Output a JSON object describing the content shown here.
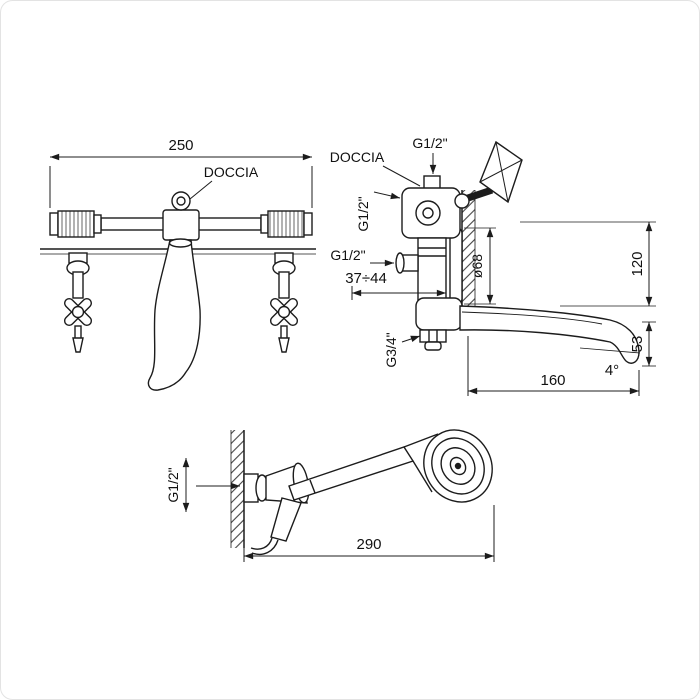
{
  "drawing": {
    "front_view": {
      "width_dim": "250",
      "diverter_label": "DOCCIA"
    },
    "side_view": {
      "diverter_label": "DOCCIA",
      "top_connection": "G1/2\"",
      "side_connection": "G1/2\"",
      "inlet_connection": "G1/2\"",
      "wall_distance": "37÷44",
      "escutcheon_diameter": "ø68",
      "height_dim": "120",
      "spout_drop_dim": "53",
      "spout_reach_dim": "160",
      "spout_angle": "4°",
      "bottom_connection": "G3/4\""
    },
    "handshower_view": {
      "connection": "G1/2\"",
      "width_dim": "290"
    }
  }
}
